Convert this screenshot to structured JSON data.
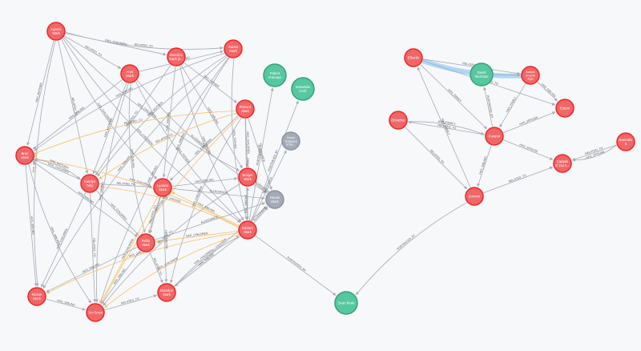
{
  "colors": {
    "person": "#f16667",
    "person_stroke": "#eb2728",
    "actor": "#57c7a0",
    "actor_stroke": "#35a07a",
    "house": "#a5abb6",
    "house_stroke": "#8b929e",
    "edge": "#a5abb6",
    "edge_highlight": "#f4c06a",
    "selection_halo": "#a6d1f5",
    "background": "#f7f8fa"
  },
  "nodes": [
    {
      "id": "lyarra",
      "lines": [
        "Lyarra",
        "Stark"
      ],
      "type": "person"
    },
    {
      "id": "arya",
      "lines": [
        "Arya",
        "Stark"
      ],
      "type": "person"
    },
    {
      "id": "brandon_b",
      "lines": [
        "Brandon",
        "Stark (b..."
      ],
      "type": "person"
    },
    {
      "id": "sansa",
      "lines": [
        "Sansa",
        "Stark"
      ],
      "type": "person"
    },
    {
      "id": "robert_aramayo",
      "lines": [
        "Robert",
        "Aramayo"
      ],
      "type": "actor"
    },
    {
      "id": "sebastian_croft",
      "lines": [
        "Sebastian",
        "Croft"
      ],
      "type": "actor"
    },
    {
      "id": "rickard",
      "lines": [
        "Rickard",
        "Stark"
      ],
      "type": "person"
    },
    {
      "id": "house_targaryen",
      "lines": [
        "House",
        "Targaryen",
        "of Kin..."
      ],
      "type": "house"
    },
    {
      "id": "benjen",
      "lines": [
        "Benjen",
        "Stark"
      ],
      "type": "person"
    },
    {
      "id": "house_stark",
      "lines": [
        "House",
        "Stark"
      ],
      "type": "house"
    },
    {
      "id": "bran",
      "lines": [
        "Bran",
        "Stark"
      ],
      "type": "person"
    },
    {
      "id": "catelyn",
      "lines": [
        "Catelyn",
        "Tully"
      ],
      "type": "person"
    },
    {
      "id": "lyanna",
      "lines": [
        "Lyanna",
        "Stark"
      ],
      "type": "person"
    },
    {
      "id": "eddard",
      "lines": [
        "Eddard",
        "Stark"
      ],
      "type": "person"
    },
    {
      "id": "robb",
      "lines": [
        "Robb",
        "Stark"
      ],
      "type": "person"
    },
    {
      "id": "rickon",
      "lines": [
        "Rickon",
        "Stark"
      ],
      "type": "person"
    },
    {
      "id": "jon_snow",
      "lines": [
        "Jon Snow"
      ],
      "type": "person"
    },
    {
      "id": "brandon",
      "lines": [
        "Brandon",
        "Stark"
      ],
      "type": "person"
    },
    {
      "id": "sean_bean",
      "lines": [
        "Sean Bean"
      ],
      "type": "actor"
    },
    {
      "id": "elbertin",
      "lines": [
        "Elbertin"
      ],
      "type": "person"
    },
    {
      "id": "david_wenham",
      "lines": [
        "David",
        "Wenham"
      ],
      "type": "actor"
    },
    {
      "id": "baratin",
      "lines": [
        "Baratin",
        "(Fourth",
        "Age)"
      ],
      "type": "person"
    },
    {
      "id": "estum",
      "lines": [
        "Estum"
      ],
      "type": "person"
    },
    {
      "id": "dunathor",
      "lines": [
        "Dúnathor"
      ],
      "type": "person"
    },
    {
      "id": "faramir",
      "lines": [
        "Faramir"
      ],
      "type": "person"
    },
    {
      "id": "daeron",
      "lines": [
        "Daerothir",
        "II"
      ],
      "type": "person"
    },
    {
      "id": "captain_dol",
      "lines": [
        "Captain",
        "of Dol A..."
      ],
      "type": "person"
    },
    {
      "id": "boromir",
      "lines": [
        "Boromir"
      ],
      "type": "person"
    }
  ],
  "edges": [
    {
      "source": "lyarra",
      "target": "sansa",
      "label": "RELATED_TO",
      "highlight": false
    },
    {
      "source": "lyarra",
      "target": "brandon_b",
      "label": "HAS_CHILDREN",
      "highlight": false
    },
    {
      "source": "lyarra",
      "target": "arya",
      "label": "RELATED_TO",
      "highlight": false
    },
    {
      "source": "lyarra",
      "target": "bran",
      "label": "HAS_MOTHER",
      "highlight": false
    },
    {
      "source": "lyarra",
      "target": "rickon",
      "label": "HAS_MOTHER",
      "highlight": false
    },
    {
      "source": "lyarra",
      "target": "eddard",
      "label": "HAS_CHILDREN",
      "highlight": false
    },
    {
      "source": "lyarra",
      "target": "lyanna",
      "label": "HAS_CHILDREN",
      "highlight": false
    },
    {
      "source": "lyarra",
      "target": "benjen",
      "label": "HAS_CHILDREN",
      "highlight": false
    },
    {
      "source": "lyarra",
      "target": "catelyn",
      "label": "RELATED_TO",
      "highlight": false
    },
    {
      "source": "arya",
      "target": "sansa",
      "label": "HAS_SIBLING",
      "highlight": false
    },
    {
      "source": "arya",
      "target": "eddard",
      "label": "HAS_FATHER",
      "highlight": false
    },
    {
      "source": "arya",
      "target": "catelyn",
      "label": "HAS_MOTHER",
      "highlight": false
    },
    {
      "source": "arya",
      "target": "bran",
      "label": "HAS_SIBLING",
      "highlight": false
    },
    {
      "source": "arya",
      "target": "robb",
      "label": "HAS_SIBLING",
      "highlight": false
    },
    {
      "source": "arya",
      "target": "house_stark",
      "label": "ALLEGIANCE",
      "highlight": false
    },
    {
      "source": "arya",
      "target": "jon_snow",
      "label": "HAS_SIBLING",
      "highlight": false
    },
    {
      "source": "brandon_b",
      "target": "rickard",
      "label": "HAS_FATHER",
      "highlight": false
    },
    {
      "source": "brandon_b",
      "target": "eddard",
      "label": "HAS_SIBLING",
      "highlight": false
    },
    {
      "source": "brandon_b",
      "target": "lyanna",
      "label": "HAS_SIBLING",
      "highlight": false
    },
    {
      "source": "brandon_b",
      "target": "benjen",
      "label": "HAS_SIBLING",
      "highlight": false
    },
    {
      "source": "brandon_b",
      "target": "catelyn",
      "label": "RELATED_TO",
      "highlight": false
    },
    {
      "source": "sansa",
      "target": "eddard",
      "label": "HAS_FATHER",
      "highlight": false
    },
    {
      "source": "sansa",
      "target": "bran",
      "label": "HAS_SIBLING",
      "highlight": false
    },
    {
      "source": "sansa",
      "target": "robb",
      "label": "HAS_SIBLING",
      "highlight": false
    },
    {
      "source": "sansa",
      "target": "catelyn",
      "label": "HAS_MOTHER",
      "highlight": false
    },
    {
      "source": "sansa",
      "target": "rickon",
      "label": "HAS_SIBLING",
      "highlight": false
    },
    {
      "source": "sansa",
      "target": "jon_snow",
      "label": "HAS_SIBLING",
      "highlight": false
    },
    {
      "source": "rickard",
      "target": "eddard",
      "label": "HAS_CHILDREN",
      "highlight": false
    },
    {
      "source": "rickard",
      "target": "lyanna",
      "label": "HAS_CHILDREN",
      "highlight": false
    },
    {
      "source": "rickard",
      "target": "benjen",
      "label": "HAS_CHILDREN",
      "highlight": false
    },
    {
      "source": "rickard",
      "target": "house_stark",
      "label": "ALLEGIANCE",
      "highlight": false
    },
    {
      "source": "rickard",
      "target": "brandon",
      "label": "HAS_CHILDREN",
      "highlight": false
    },
    {
      "source": "rickard",
      "target": "bran",
      "label": "RELATED_TO",
      "highlight": true
    },
    {
      "source": "rickard",
      "target": "catelyn",
      "label": "RELATED_TO",
      "highlight": true
    },
    {
      "source": "rickard",
      "target": "jon_snow",
      "label": "RELATED_TO",
      "highlight": true
    },
    {
      "source": "eddard",
      "target": "robert_aramayo",
      "label": "PORTRAYED_BY",
      "highlight": false
    },
    {
      "source": "eddard",
      "target": "sebastian_croft",
      "label": "PORTRAYED_BY",
      "highlight": false
    },
    {
      "source": "eddard",
      "target": "house_targaryen",
      "label": "ALLEGIANCE",
      "highlight": false
    },
    {
      "source": "eddard",
      "target": "house_stark",
      "label": "ALLEGIANCE",
      "highlight": false
    },
    {
      "source": "eddard",
      "target": "sean_bean",
      "label": "PORTRAYED_BY",
      "highlight": false
    },
    {
      "source": "eddard",
      "target": "bran",
      "label": "HAS_CHILDREN",
      "highlight": true
    },
    {
      "source": "eddard",
      "target": "rickon",
      "label": "HAS_CHILDREN",
      "highlight": true
    },
    {
      "source": "eddard",
      "target": "jon_snow",
      "label": "HAS_CHILDREN",
      "highlight": true
    },
    {
      "source": "eddard",
      "target": "robb",
      "label": "HAS_CHILDREN",
      "highlight": true
    },
    {
      "source": "eddard",
      "target": "lyanna",
      "label": "HAS_SIBLING",
      "highlight": true
    },
    {
      "source": "eddard",
      "target": "benjen",
      "label": "HAS_SIBLING",
      "highlight": false
    },
    {
      "source": "eddard",
      "target": "brandon",
      "label": "HAS_SIBLING",
      "highlight": false
    },
    {
      "source": "eddard",
      "target": "catelyn",
      "label": "HAS_SPOUSE",
      "highlight": true
    },
    {
      "source": "catelyn",
      "target": "bran",
      "label": "HAS_CHILDREN",
      "highlight": false
    },
    {
      "source": "catelyn",
      "target": "rickon",
      "label": "HAS_CHILDREN",
      "highlight": false
    },
    {
      "source": "catelyn",
      "target": "robb",
      "label": "HAS_CHILDREN",
      "highlight": false
    },
    {
      "source": "catelyn",
      "target": "jon_snow",
      "label": "RELATED_TO",
      "highlight": false
    },
    {
      "source": "catelyn",
      "target": "lyanna",
      "label": "RELATED_TO",
      "highlight": false
    },
    {
      "source": "lyanna",
      "target": "jon_snow",
      "label": "HAS_CHILDREN",
      "highlight": true
    },
    {
      "source": "lyanna",
      "target": "benjen",
      "label": "HAS_SIBLING",
      "highlight": false
    },
    {
      "source": "lyanna",
      "target": "house_stark",
      "label": "ALLEGIANCE",
      "highlight": false
    },
    {
      "source": "lyanna",
      "target": "robb",
      "label": "RELATED_TO",
      "highlight": false
    },
    {
      "source": "lyanna",
      "target": "brandon",
      "label": "HAS_SIBLING",
      "highlight": false
    },
    {
      "source": "benjen",
      "target": "house_stark",
      "label": "ALLEGIANCE",
      "highlight": false
    },
    {
      "source": "benjen",
      "target": "jon_snow",
      "label": "RELATED_TO",
      "highlight": false
    },
    {
      "source": "bran",
      "target": "rickon",
      "label": "HAS_SIBLING",
      "highlight": false
    },
    {
      "source": "bran",
      "target": "robb",
      "label": "HAS_SIBLING",
      "highlight": false
    },
    {
      "source": "bran",
      "target": "jon_snow",
      "label": "HAS_SIBLING",
      "highlight": false
    },
    {
      "source": "bran",
      "target": "catelyn",
      "label": "HAS_MOTHER",
      "highlight": false
    },
    {
      "source": "robb",
      "target": "rickon",
      "label": "HAS_SIBLING",
      "highlight": false
    },
    {
      "source": "robb",
      "target": "jon_snow",
      "label": "HAS_SIBLING",
      "highlight": false
    },
    {
      "source": "robb",
      "target": "brandon",
      "label": "RELATED_TO",
      "highlight": false
    },
    {
      "source": "robb",
      "target": "house_stark",
      "label": "ALLEGIANCE",
      "highlight": false
    },
    {
      "source": "rickon",
      "target": "jon_snow",
      "label": "HAS_SIBLING",
      "highlight": false
    },
    {
      "source": "jon_snow",
      "target": "brandon",
      "label": "RELATED_TO",
      "highlight": false
    },
    {
      "source": "brandon",
      "target": "house_stark",
      "label": "ALLEGIANCE",
      "highlight": false
    },
    {
      "source": "brandon",
      "target": "eddard",
      "label": "HAS_CHILDREN",
      "highlight": false
    },
    {
      "source": "elbertin",
      "target": "baratin",
      "label": "RELATED_TO",
      "highlight": false
    },
    {
      "source": "elbertin",
      "target": "estum",
      "label": "RELATED_TO",
      "highlight": false
    },
    {
      "source": "elbertin",
      "target": "faramir",
      "label": "HAS_FAMILY",
      "highlight": false
    },
    {
      "source": "david_wenham",
      "target": "baratin",
      "label": "",
      "highlight": false
    },
    {
      "source": "baratin",
      "target": "estum",
      "label": "HAS_SIBLING",
      "highlight": false
    },
    {
      "source": "baratin",
      "target": "faramir",
      "label": "HAS_FAMILY",
      "highlight": false
    },
    {
      "source": "faramir",
      "target": "estum",
      "label": "HAS_SPOUSE",
      "highlight": false
    },
    {
      "source": "faramir",
      "target": "dunathor",
      "label": "RELATED_TO",
      "highlight": false
    },
    {
      "source": "faramir",
      "target": "boromir",
      "label": "HAS_SIBLING",
      "highlight": false
    },
    {
      "source": "faramir",
      "target": "captain_dol",
      "label": "HAS_SPOUSE",
      "highlight": false
    },
    {
      "source": "faramir",
      "target": "david_wenham",
      "label": "PORTRAYED_BY",
      "highlight": false
    },
    {
      "source": "dunathor",
      "target": "boromir",
      "label": "RELATED_TO",
      "highlight": false
    },
    {
      "source": "dunathor",
      "target": "faramir",
      "label": "HAS_FAMILY",
      "highlight": false
    },
    {
      "source": "daeron",
      "target": "captain_dol",
      "label": "RELATED_TO",
      "highlight": false
    },
    {
      "source": "daeron",
      "target": "captain_dol",
      "label": "HAS_SPOUSE",
      "highlight": false
    },
    {
      "source": "boromir",
      "target": "captain_dol",
      "label": "RELATED_TO",
      "highlight": false
    },
    {
      "source": "boromir",
      "target": "elbertin",
      "label": "HAS_FAMILY",
      "highlight": false
    },
    {
      "source": "boromir",
      "target": "sean_bean",
      "label": "PORTRAYED_BY",
      "highlight": false
    }
  ]
}
